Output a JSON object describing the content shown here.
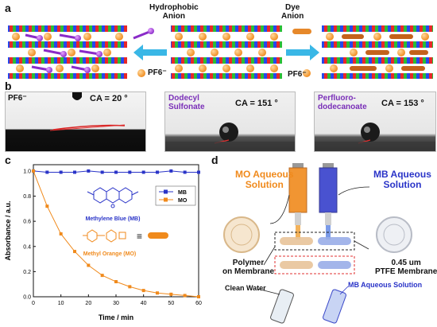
{
  "panel_a": {
    "letter": "a",
    "hydrophobic_label": "Hydrophobic\nAnion",
    "dye_label": "Dye\nAnion",
    "pf6_left": "PF6⁻",
    "pf6_right": "PF6⁻"
  },
  "panel_b": {
    "letter": "b",
    "images": [
      {
        "anion": "PF6⁻",
        "ca": "CA = 20 °"
      },
      {
        "anion": "Dodecyl\nSulfonate",
        "ca": "CA = 151 °"
      },
      {
        "anion": "Perfluoro-\ndodecanoate",
        "ca": "CA = 153 °"
      }
    ]
  },
  "panel_c": {
    "letter": "c",
    "mb_label": "Methylene Blue (MB)",
    "mo_label": "Methyl Orange (MO)",
    "equiv": "≡"
  },
  "panel_d": {
    "letter": "d",
    "mo_solution": "MO Aqueous\nSolution",
    "mb_solution": "MB Aqueous\nSolution",
    "polymer_label": "Polymer\non Membrane",
    "ptfe_label": "0.45 um\nPTFE Membrane",
    "clean_water": "Clean Water",
    "mb_bottom": "MB Aqueous Solution"
  },
  "colors": {
    "mb": "#2a34c8",
    "mo": "#f08a1c",
    "red": "#e03030"
  },
  "chart_data": {
    "type": "line",
    "xlabel": "Time / min",
    "ylabel": "Absorbance / a.u.",
    "xlim": [
      0,
      60
    ],
    "ylim": [
      0.0,
      1.05
    ],
    "xticks": [
      0,
      10,
      20,
      30,
      40,
      50,
      60
    ],
    "yticks": [
      0.0,
      0.2,
      0.4,
      0.6,
      0.8,
      1.0
    ],
    "x": [
      0,
      5,
      10,
      15,
      20,
      25,
      30,
      35,
      40,
      45,
      50,
      55,
      60
    ],
    "series": [
      {
        "name": "MB",
        "color": "#2a34c8",
        "marker": "square",
        "values": [
          1.0,
          0.99,
          0.99,
          0.99,
          1.0,
          0.99,
          0.99,
          0.99,
          0.99,
          0.99,
          1.0,
          0.99,
          0.99
        ]
      },
      {
        "name": "MO",
        "color": "#f08a1c",
        "marker": "square",
        "values": [
          1.0,
          0.72,
          0.5,
          0.36,
          0.25,
          0.17,
          0.12,
          0.08,
          0.05,
          0.03,
          0.02,
          0.01,
          0.0
        ]
      }
    ],
    "legend": "top-right"
  }
}
